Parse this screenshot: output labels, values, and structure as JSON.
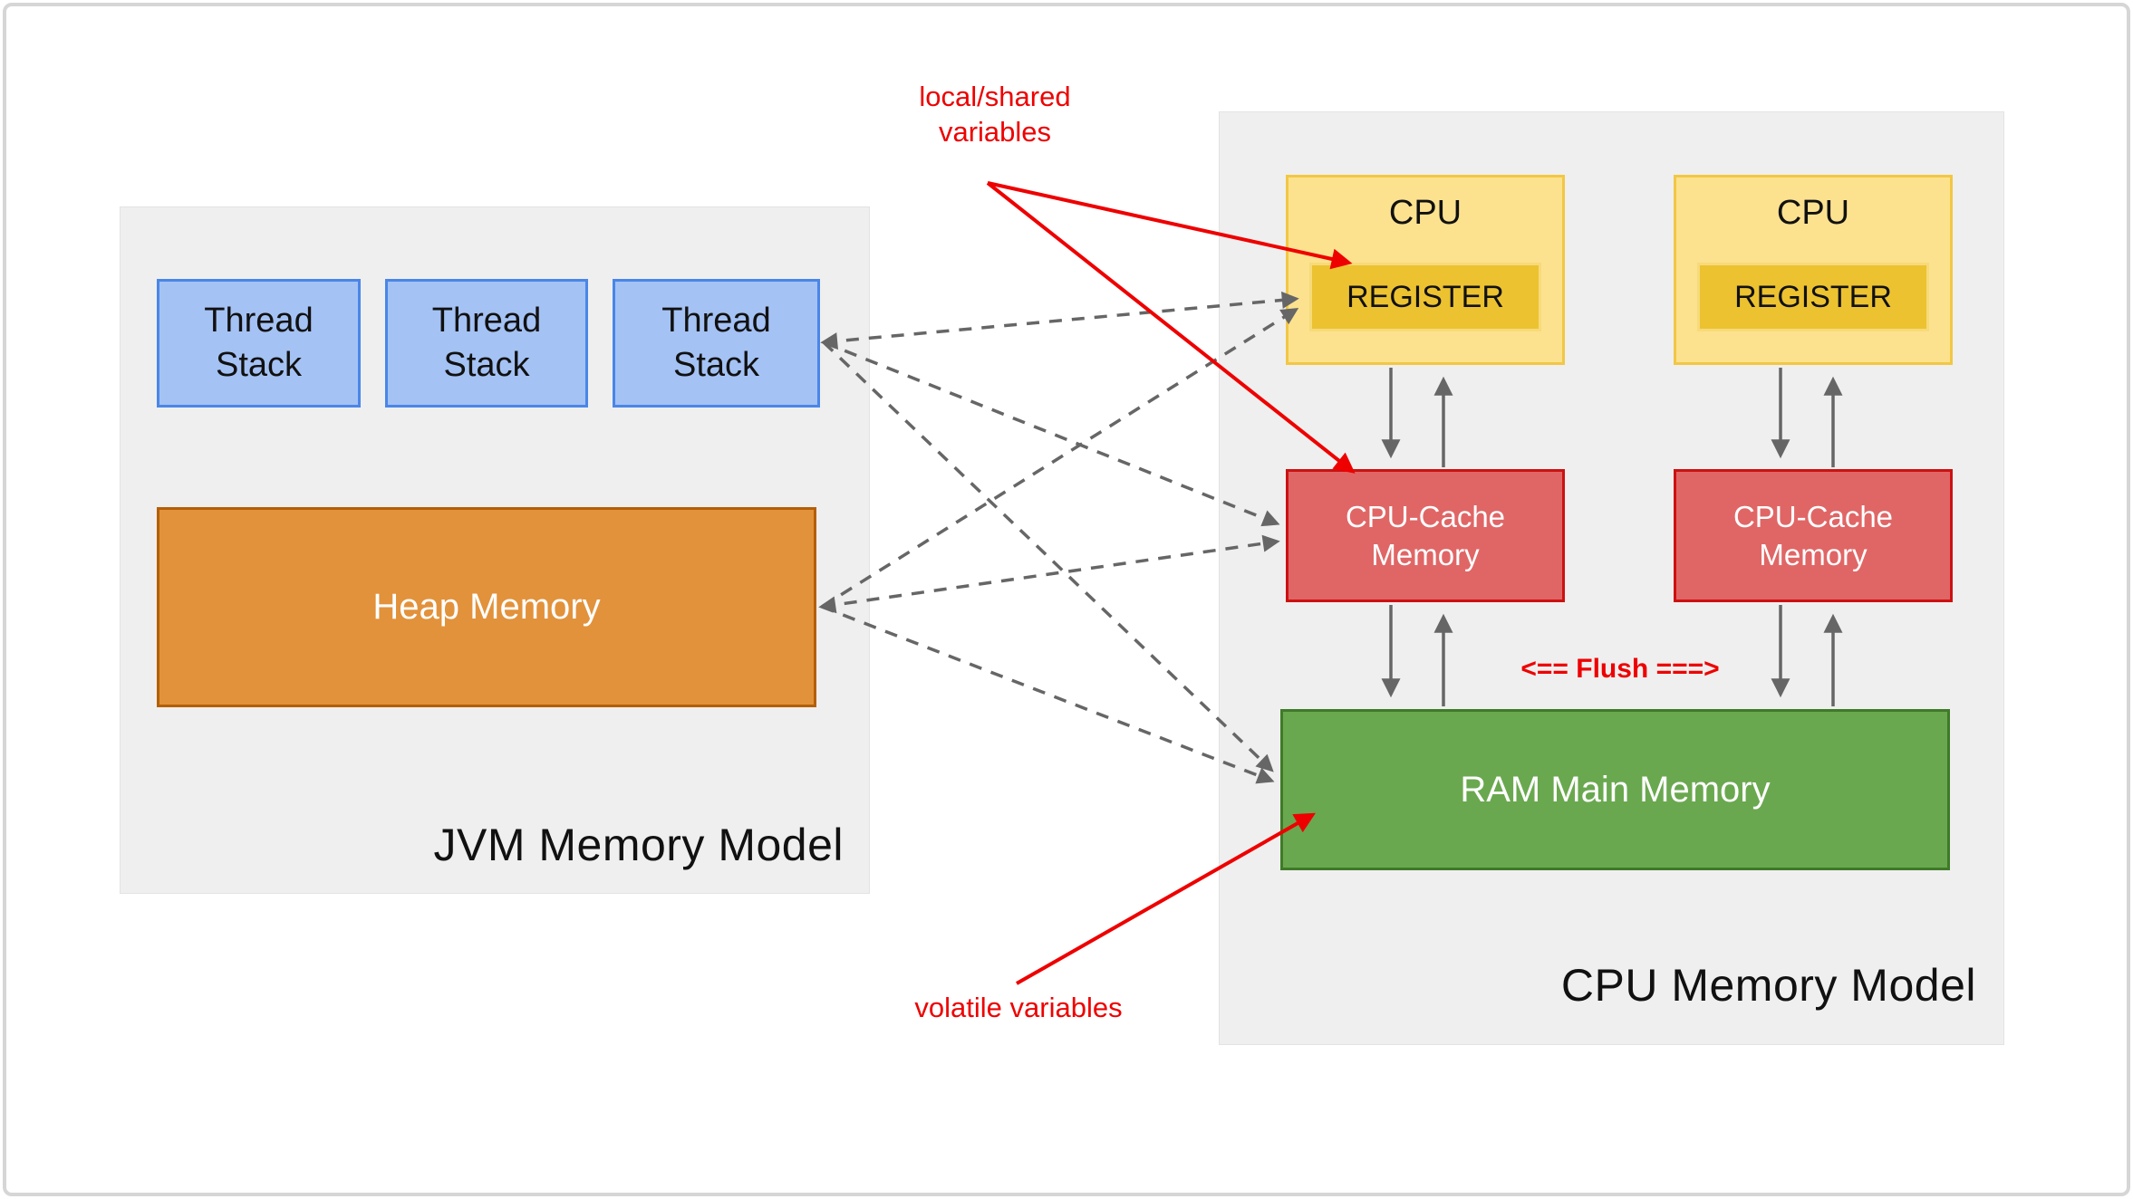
{
  "jvm_panel": {
    "title": "JVM Memory Model",
    "thread_stacks": [
      "Thread Stack",
      "Thread Stack",
      "Thread Stack"
    ],
    "heap_label": "Heap Memory"
  },
  "cpu_panel": {
    "title": "CPU Memory Model",
    "cpus": [
      {
        "label": "CPU",
        "register_label": "REGISTER",
        "cache_label": "CPU-Cache\nMemory"
      },
      {
        "label": "CPU",
        "register_label": "REGISTER",
        "cache_label": "CPU-Cache\nMemory"
      }
    ],
    "ram_label": "RAM Main Memory",
    "flush_label": "<== Flush ===>"
  },
  "annotations": {
    "local_shared_label": "local/shared\nvariables",
    "volatile_label": "volatile variables"
  },
  "colors": {
    "panel_bg": "#efefef",
    "thread_fill": "#a4c2f4",
    "thread_border": "#4a86e8",
    "heap_fill": "#e2923b",
    "heap_border": "#b45f06",
    "cpu_fill": "#fce28f",
    "cpu_border": "#f2c744",
    "register_fill": "#ecc231",
    "register_border": "#f7da79",
    "cache_fill": "#e06666",
    "cache_border": "#cc1111",
    "ram_fill": "#6aa84f",
    "ram_border": "#3f7a28",
    "annotation_red": "#ee0000",
    "connector_gray": "#666666"
  }
}
